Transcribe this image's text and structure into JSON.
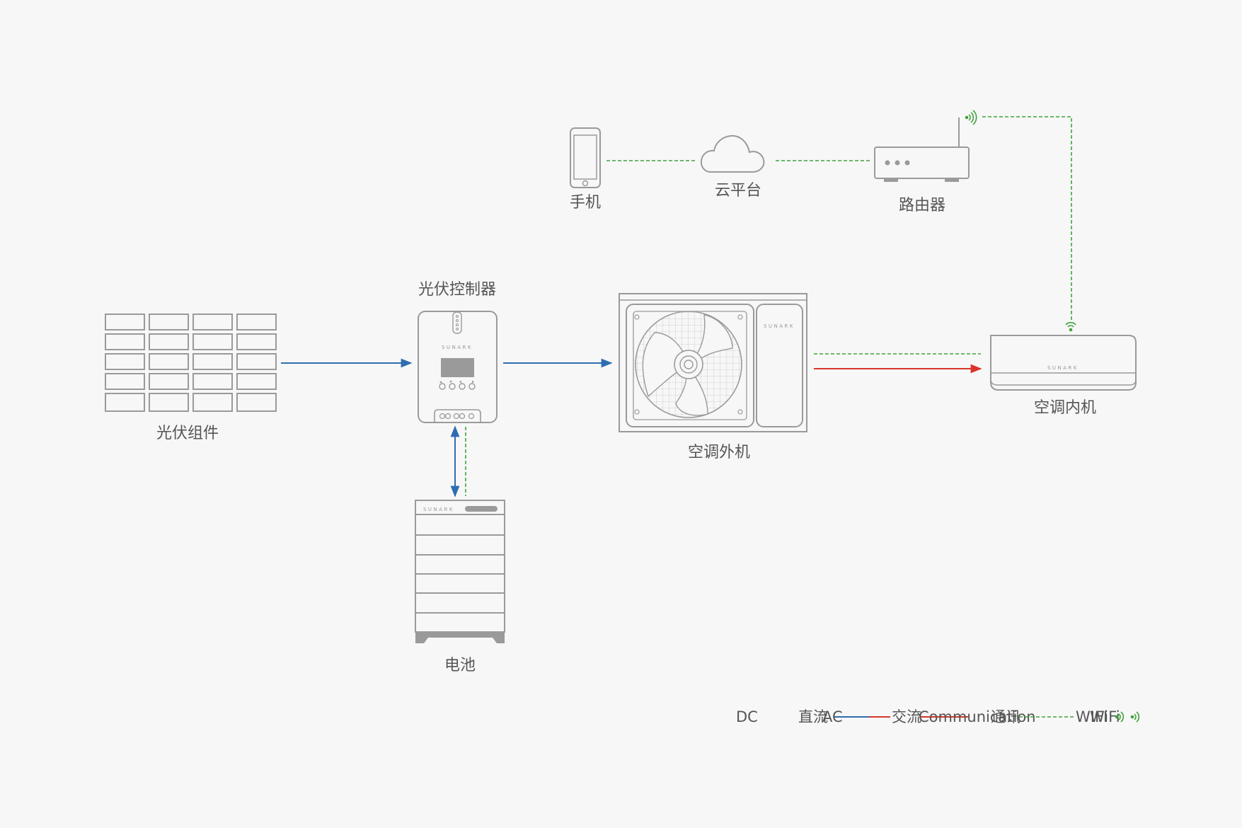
{
  "devices": {
    "phone": {
      "label": "手机"
    },
    "cloud": {
      "label": "云平台"
    },
    "router": {
      "label": "路由器"
    },
    "pv_panel": {
      "label": "光伏组件"
    },
    "pv_controller": {
      "label": "光伏控制器",
      "brand": "SUNARK"
    },
    "ac_outdoor": {
      "label": "空调外机",
      "brand": "SUNARK"
    },
    "ac_indoor": {
      "label": "空调内机",
      "brand": "SUNARK"
    },
    "battery": {
      "label": "电池",
      "brand": "SUNARK"
    }
  },
  "legend": {
    "dc": {
      "en": "DC",
      "zh": "直流",
      "color": "#2f6db1"
    },
    "ac": {
      "en": "AC",
      "zh": "交流",
      "color": "#d9342b"
    },
    "comm": {
      "en": "Communication",
      "zh": "通讯",
      "color": "#3fa33a"
    },
    "wifi": {
      "en": "WIFI",
      "zh": "WiFi",
      "color": "#3fa33a"
    }
  },
  "colors": {
    "outline": "#9a9a9a",
    "background": "#f7f7f7",
    "text": "#555555"
  }
}
